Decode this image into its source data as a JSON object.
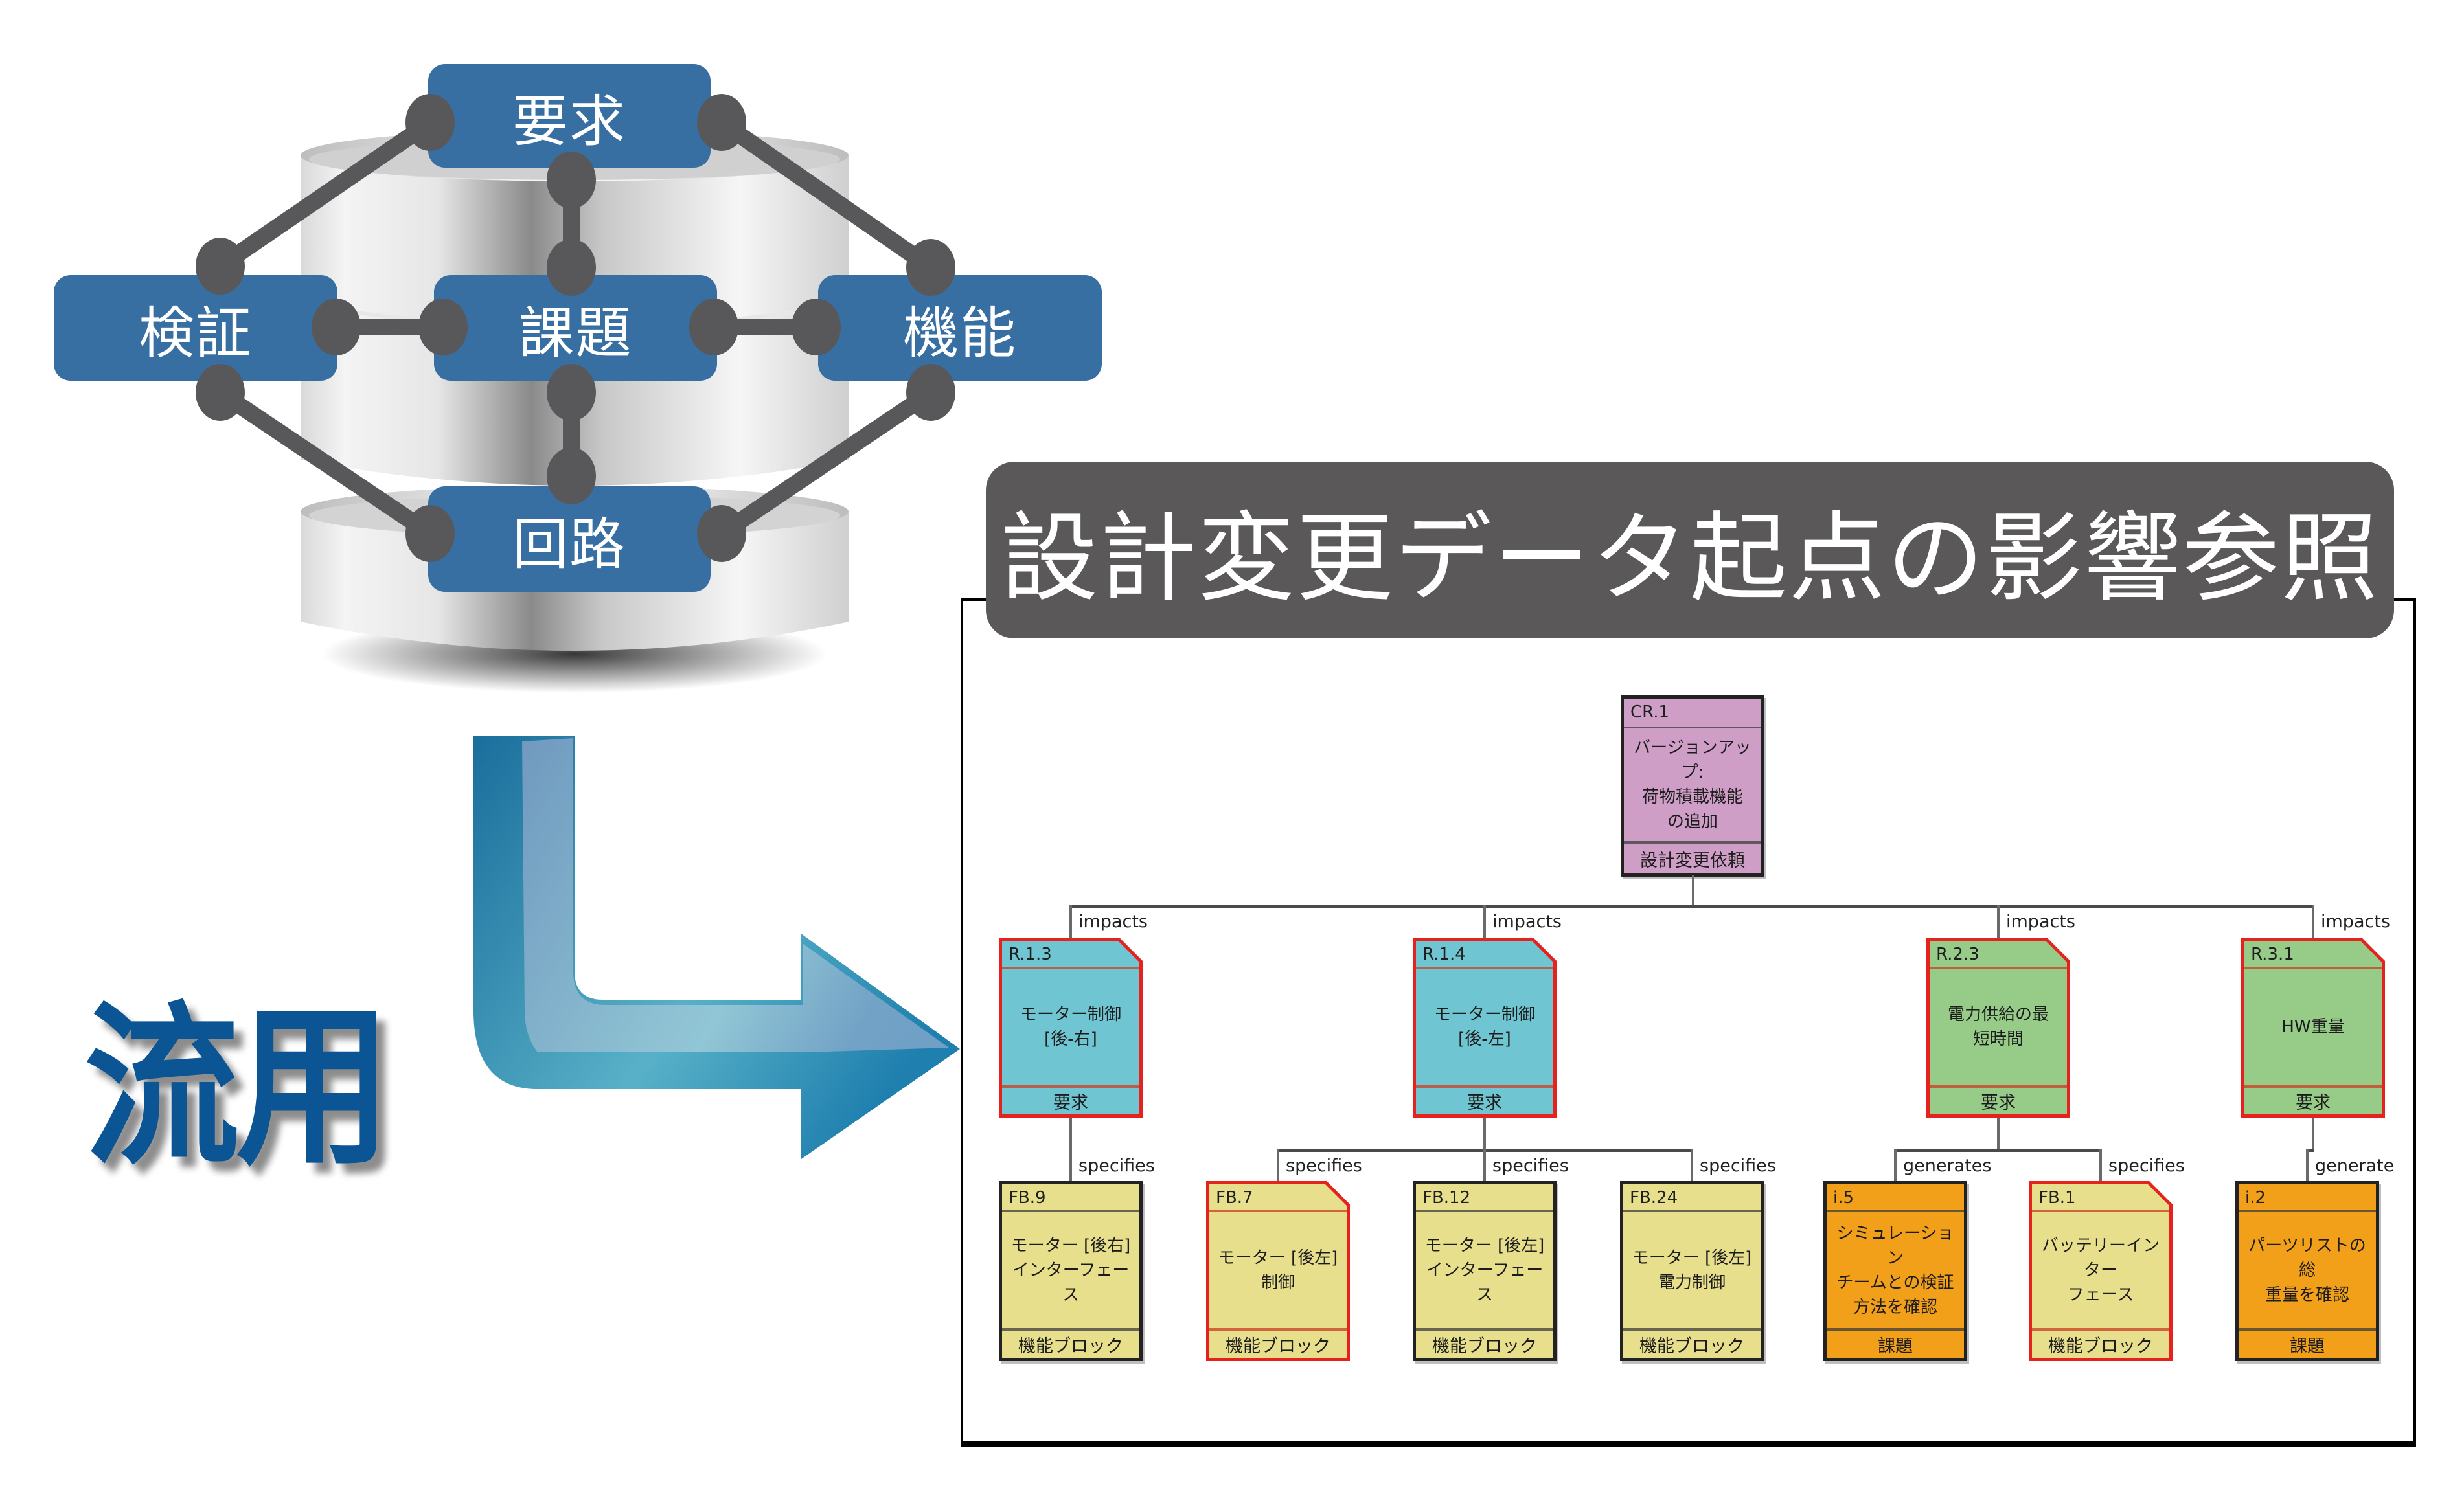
{
  "db_graph": {
    "nodes": [
      {
        "key": "requirement",
        "label": "要求"
      },
      {
        "key": "verification",
        "label": "検証"
      },
      {
        "key": "issue",
        "label": "課題"
      },
      {
        "key": "function",
        "label": "機能"
      },
      {
        "key": "circuit",
        "label": "回路"
      }
    ],
    "edges": [
      [
        "requirement",
        "verification"
      ],
      [
        "requirement",
        "issue"
      ],
      [
        "requirement",
        "function"
      ],
      [
        "verification",
        "issue"
      ],
      [
        "issue",
        "function"
      ],
      [
        "verification",
        "circuit"
      ],
      [
        "issue",
        "circuit"
      ],
      [
        "function",
        "circuit"
      ]
    ],
    "colors": {
      "node": "#376fa3",
      "connector": "#58585a"
    }
  },
  "reuse": {
    "label": "流用",
    "color": "#0b5594"
  },
  "diagram": {
    "title": "設計変更データ起点の影響参照",
    "root": {
      "id": "CR.1",
      "name": "バージョンアップ:\n荷物積載機能\nの追加",
      "type": "設計変更依頼",
      "color": "#cf9ec6"
    },
    "level1_label": "impacts",
    "requirements": [
      {
        "id": "R.1.3",
        "name": "モーター制御\n[後-右]",
        "type": "要求",
        "color": "#6fc6d2",
        "impacted": true
      },
      {
        "id": "R.1.4",
        "name": "モーター制御\n[後-左]",
        "type": "要求",
        "color": "#6fc6d2",
        "impacted": true
      },
      {
        "id": "R.2.3",
        "name": "電力供給の最\n短時間",
        "type": "要求",
        "color": "#96cb88",
        "impacted": true
      },
      {
        "id": "R.3.1",
        "name": "HW重量",
        "type": "要求",
        "color": "#96cb88",
        "impacted": true
      }
    ],
    "children": [
      {
        "parent": "R.1.3",
        "relation": "specifies",
        "id": "FB.9",
        "name": "モーター [後右]\nインターフェース",
        "type": "機能ブロック",
        "color": "#e8df8d",
        "impacted": false
      },
      {
        "parent": "R.1.4",
        "relation": "specifies",
        "id": "FB.7",
        "name": "モーター [後左]\n制御",
        "type": "機能ブロック",
        "color": "#e8df8d",
        "impacted": true
      },
      {
        "parent": "R.1.4",
        "relation": "specifies",
        "id": "FB.12",
        "name": "モーター [後左]\nインターフェース",
        "type": "機能ブロック",
        "color": "#e8df8d",
        "impacted": false
      },
      {
        "parent": "R.1.4",
        "relation": "specifies",
        "id": "FB.24",
        "name": "モーター [後左]\n電力制御",
        "type": "機能ブロック",
        "color": "#e8df8d",
        "impacted": false
      },
      {
        "parent": "R.2.3",
        "relation": "generates",
        "id": "i.5",
        "name": "シミュレーション\nチームとの検証\n方法を確認",
        "type": "課題",
        "color": "#f29f1a",
        "impacted": false
      },
      {
        "parent": "R.2.3",
        "relation": "specifies",
        "id": "FB.1",
        "name": "バッテリーインター\nフェース",
        "type": "機能ブロック",
        "color": "#e8df8d",
        "impacted": true
      },
      {
        "parent": "R.3.1",
        "relation": "generate",
        "id": "i.2",
        "name": "パーツリストの総\n重量を確認",
        "type": "課題",
        "color": "#f29f1a",
        "impacted": false
      }
    ],
    "highlight_color": "#e5221e"
  }
}
